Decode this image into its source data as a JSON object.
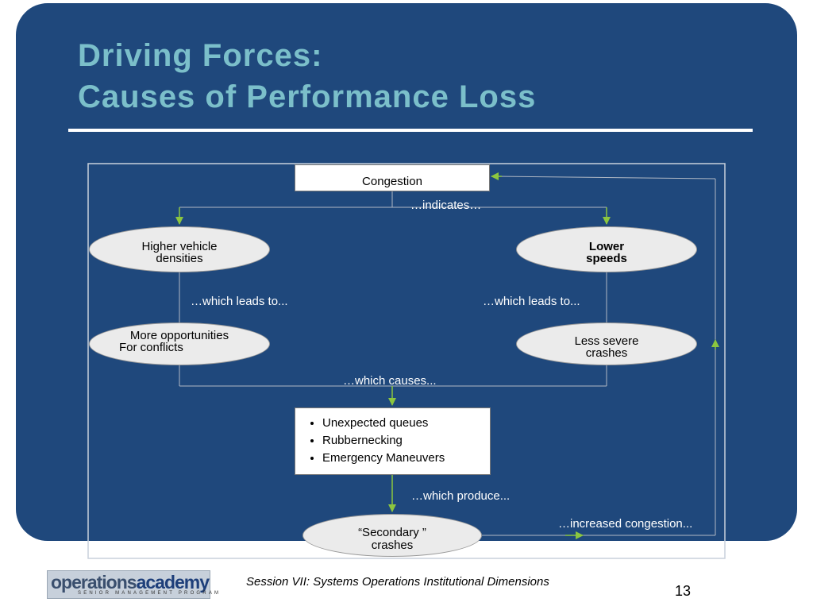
{
  "title": {
    "line1": "Driving Forces:",
    "line2": "Causes of Performance Loss"
  },
  "diagram": {
    "congestion": "Congestion",
    "higher_densities": [
      "Higher vehicle",
      "densities"
    ],
    "lower_speeds": [
      "Lower",
      "speeds"
    ],
    "more_conflicts": [
      "More opportunities",
      "For conflicts"
    ],
    "less_severe": [
      "Less severe",
      "crashes"
    ],
    "effects": [
      "Unexpected queues",
      "Rubbernecking",
      "Emergency Maneuvers"
    ],
    "secondary": [
      "“Secondary ”",
      "crashes"
    ],
    "labels": {
      "indicates": "…indicates…",
      "leads_left": "…which leads to...",
      "leads_right": "…which leads to...",
      "causes": "…which causes...",
      "produce": "…which produce...",
      "increased": "…increased congestion..."
    },
    "colors": {
      "arrow": "#8cc63f",
      "line": "#b0b8c4"
    }
  },
  "footer": {
    "logo_part1": "operations",
    "logo_part2": "academy",
    "logo_sub": "SENIOR MANAGEMENT PROGRAM",
    "session": "Session VII: Systems Operations Institutional Dimensions",
    "page": "13"
  }
}
